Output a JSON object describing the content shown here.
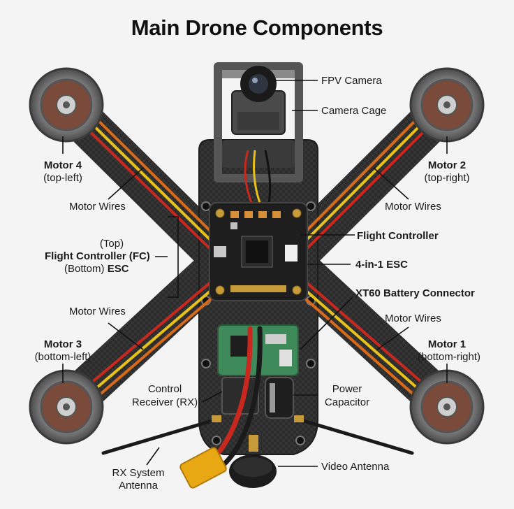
{
  "title": "Main Drone Components",
  "labels": {
    "fpv_camera": "FPV Camera",
    "camera_cage": "Camera Cage",
    "motor4": "Motor 4",
    "motor4_pos": "(top-left)",
    "motor2": "Motor 2",
    "motor2_pos": "(top-right)",
    "motor_wires_tl": "Motor Wires",
    "motor_wires_tr": "Motor Wires",
    "motor_wires_bl": "Motor Wires",
    "motor_wires_br": "Motor Wires",
    "fc_top": "(Top)",
    "fc_name": "Flight Controller (FC)",
    "fc_bottom": "(Bottom)",
    "fc_esc": "ESC",
    "flight_controller": "Flight Controller",
    "esc_4in1": "4-in-1 ESC",
    "xt60": "XT60 Battery Connector",
    "motor3": "Motor 3",
    "motor3_pos": "(bottom-left)",
    "motor1": "Motor 1",
    "motor1_pos": "(bottom-right)",
    "control_rx_1": "Control",
    "control_rx_2": "Receiver (RX)",
    "power_cap_1": "Power",
    "power_cap_2": "Capacitor",
    "rx_antenna_1": "RX System",
    "rx_antenna_2": "Antenna",
    "video_antenna": "Video Antenna"
  },
  "colors": {
    "background": "#f4f4f4",
    "carbon_frame": "#2a2a2a",
    "wire_red": "#c8281e",
    "wire_yellow": "#e8c21a",
    "pcb_dark": "#1e1e1e",
    "pcb_green": "#3f8a5a",
    "xt60_yellow": "#e8a814"
  }
}
